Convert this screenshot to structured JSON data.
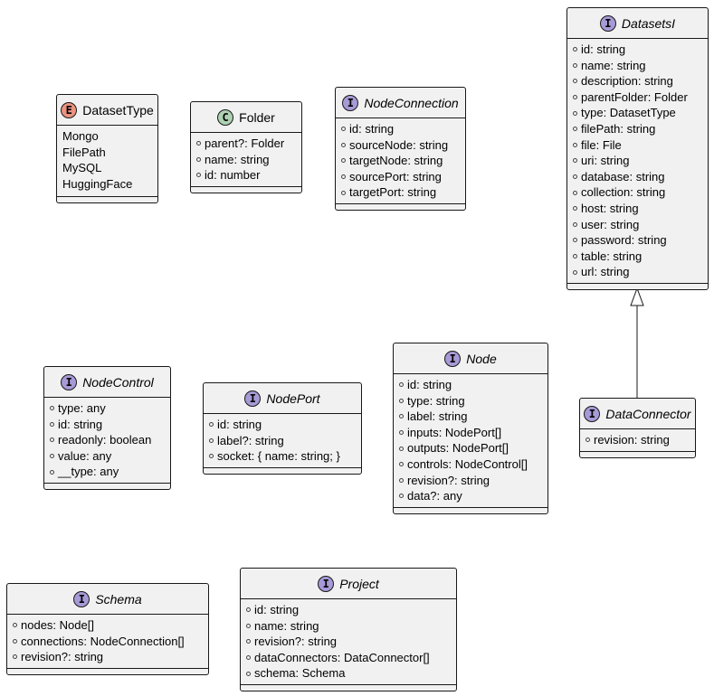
{
  "colors": {
    "interface_badge": "#a79ad6",
    "class_badge": "#add1b2",
    "enum_badge": "#eb937f",
    "box_fill": "#f1f1f1",
    "stroke": "#181818"
  },
  "elements": {
    "dataset_type": {
      "badge": "E",
      "name": "DatasetType",
      "literals": [
        "Mongo",
        "FilePath",
        "MySQL",
        "HuggingFace"
      ]
    },
    "folder": {
      "badge": "C",
      "name": "Folder",
      "members": [
        "parent?: Folder",
        "name: string",
        "id: number"
      ]
    },
    "node_connection": {
      "badge": "I",
      "name": "NodeConnection",
      "members": [
        "id: string",
        "sourceNode: string",
        "targetNode: string",
        "sourcePort: string",
        "targetPort: string"
      ]
    },
    "datasets_i": {
      "badge": "I",
      "name": "DatasetsI",
      "members": [
        "id: string",
        "name: string",
        "description: string",
        "parentFolder: Folder",
        "type: DatasetType",
        "filePath: string",
        "file: File",
        "uri: string",
        "database: string",
        "collection: string",
        "host: string",
        "user: string",
        "password: string",
        "table: string",
        "url: string"
      ]
    },
    "node_control": {
      "badge": "I",
      "name": "NodeControl",
      "members": [
        "type: any",
        "id: string",
        "readonly: boolean",
        "value: any",
        "__type: any"
      ]
    },
    "node_port": {
      "badge": "I",
      "name": "NodePort",
      "members": [
        "id: string",
        "label?: string",
        "socket: { name: string; }"
      ]
    },
    "node": {
      "badge": "I",
      "name": "Node",
      "members": [
        "id: string",
        "type: string",
        "label: string",
        "inputs: NodePort[]",
        "outputs: NodePort[]",
        "controls: NodeControl[]",
        "revision?: string",
        "data?: any"
      ]
    },
    "data_connector": {
      "badge": "I",
      "name": "DataConnector",
      "members": [
        "revision: string"
      ]
    },
    "schema": {
      "badge": "I",
      "name": "Schema",
      "members": [
        "nodes: Node[]",
        "connections: NodeConnection[]",
        "revision?: string"
      ]
    },
    "project": {
      "badge": "I",
      "name": "Project",
      "members": [
        "id: string",
        "name: string",
        "revision?: string",
        "dataConnectors: DataConnector[]",
        "schema: Schema"
      ]
    }
  }
}
